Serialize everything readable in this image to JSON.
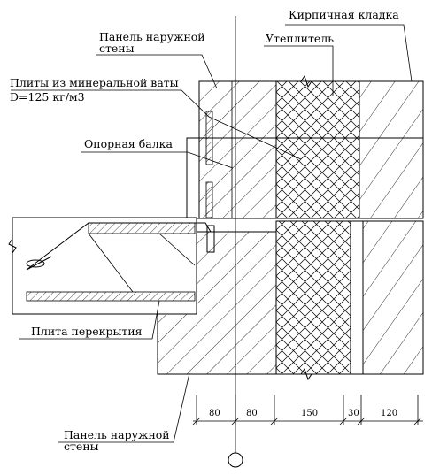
{
  "labels": {
    "brick_masonry": "Кирпичная кладка",
    "outer_panel_top_line1": "Панель наружной",
    "outer_panel_top_line2": "стены",
    "insulation": "Утеплитель",
    "wool_plates_line1": "Плиты из минеральной ваты",
    "wool_plates_line2": "D=125 кг/м3",
    "support_beam": "Опорная балка",
    "floor_slab": "Плита перекрытия",
    "outer_panel_bottom_line1": "Панель наружной",
    "outer_panel_bottom_line2": "стены"
  },
  "dimensions": [
    "80",
    "80",
    "150",
    "30",
    "120"
  ],
  "colors": {
    "line": "#000000",
    "background": "#ffffff"
  }
}
